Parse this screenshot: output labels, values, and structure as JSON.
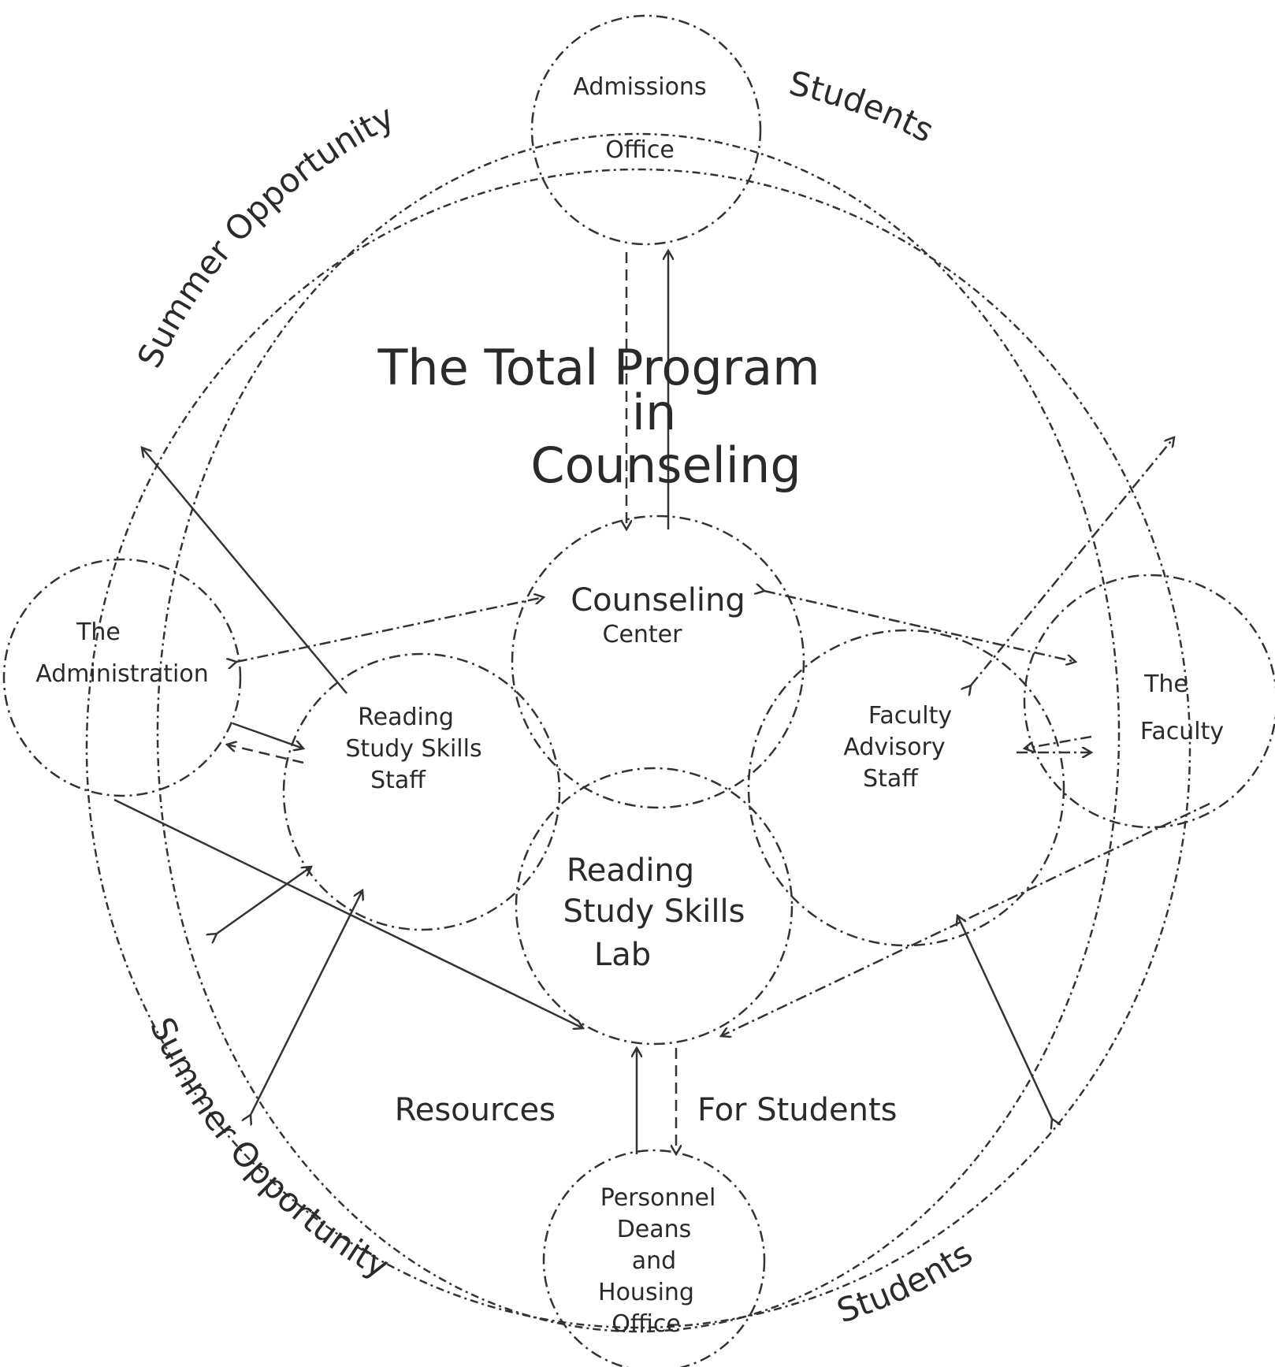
{
  "title": {
    "line1": "The Total Program",
    "line2": "in",
    "line3": "Counseling"
  },
  "nodes": {
    "admissions": {
      "line1": "Admissions",
      "line2": "Office"
    },
    "counseling_center": {
      "line1": "Counseling",
      "line2": "Center"
    },
    "administration": {
      "line1": "The",
      "line2": "Administration"
    },
    "reading_staff": {
      "line1": "Reading",
      "line2": "Study Skills",
      "line3": "Staff"
    },
    "advisory_staff": {
      "line1": "Faculty",
      "line2": "Advisory",
      "line3": "Staff"
    },
    "faculty": {
      "line1": "The",
      "line2": "Faculty"
    },
    "reading_lab": {
      "line1": "Reading",
      "line2": "Study Skills",
      "line3": "Lab"
    },
    "personnel": {
      "line1": "Personnel",
      "line2": "Deans",
      "line3": "and",
      "line4": "Housing",
      "line5": "Office"
    }
  },
  "ring_labels": {
    "top_left": "Summer Opportunity",
    "top_right": "Students",
    "bottom_left": "Summer Opportunity",
    "bottom_right": "Students"
  },
  "resources": {
    "left": "Resources",
    "right": "For Students"
  }
}
